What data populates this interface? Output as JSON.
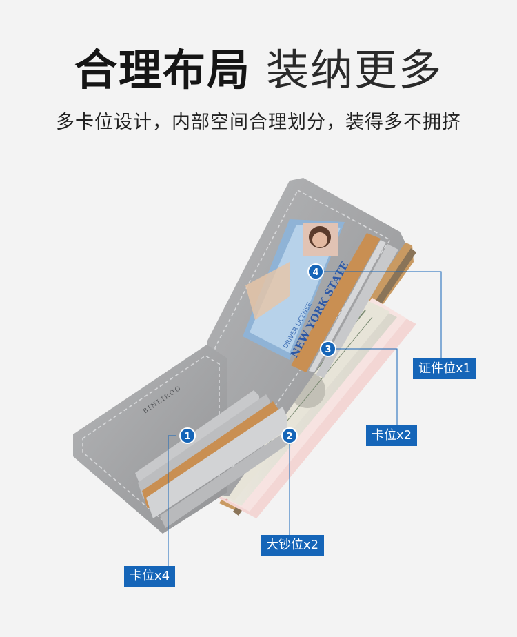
{
  "headline": {
    "bold": "合理布局",
    "light": "装纳更多"
  },
  "subtitle": "多卡位设计，内部空间合理划分，装得多不拥挤",
  "wallet": {
    "brand": "BINLIROO",
    "id_card_text": "NEW YORK STATE",
    "id_card_sub": "DRIVER LICENSE"
  },
  "callouts": [
    {
      "number": "1",
      "label": "卡位x4"
    },
    {
      "number": "2",
      "label": "大钞位x2"
    },
    {
      "number": "3",
      "label": "卡位x2"
    },
    {
      "number": "4",
      "label": "证件位x1"
    }
  ],
  "colors": {
    "accent": "#1565b8",
    "leather": "#a3a4a6",
    "stitch_tan": "#c98f52"
  }
}
